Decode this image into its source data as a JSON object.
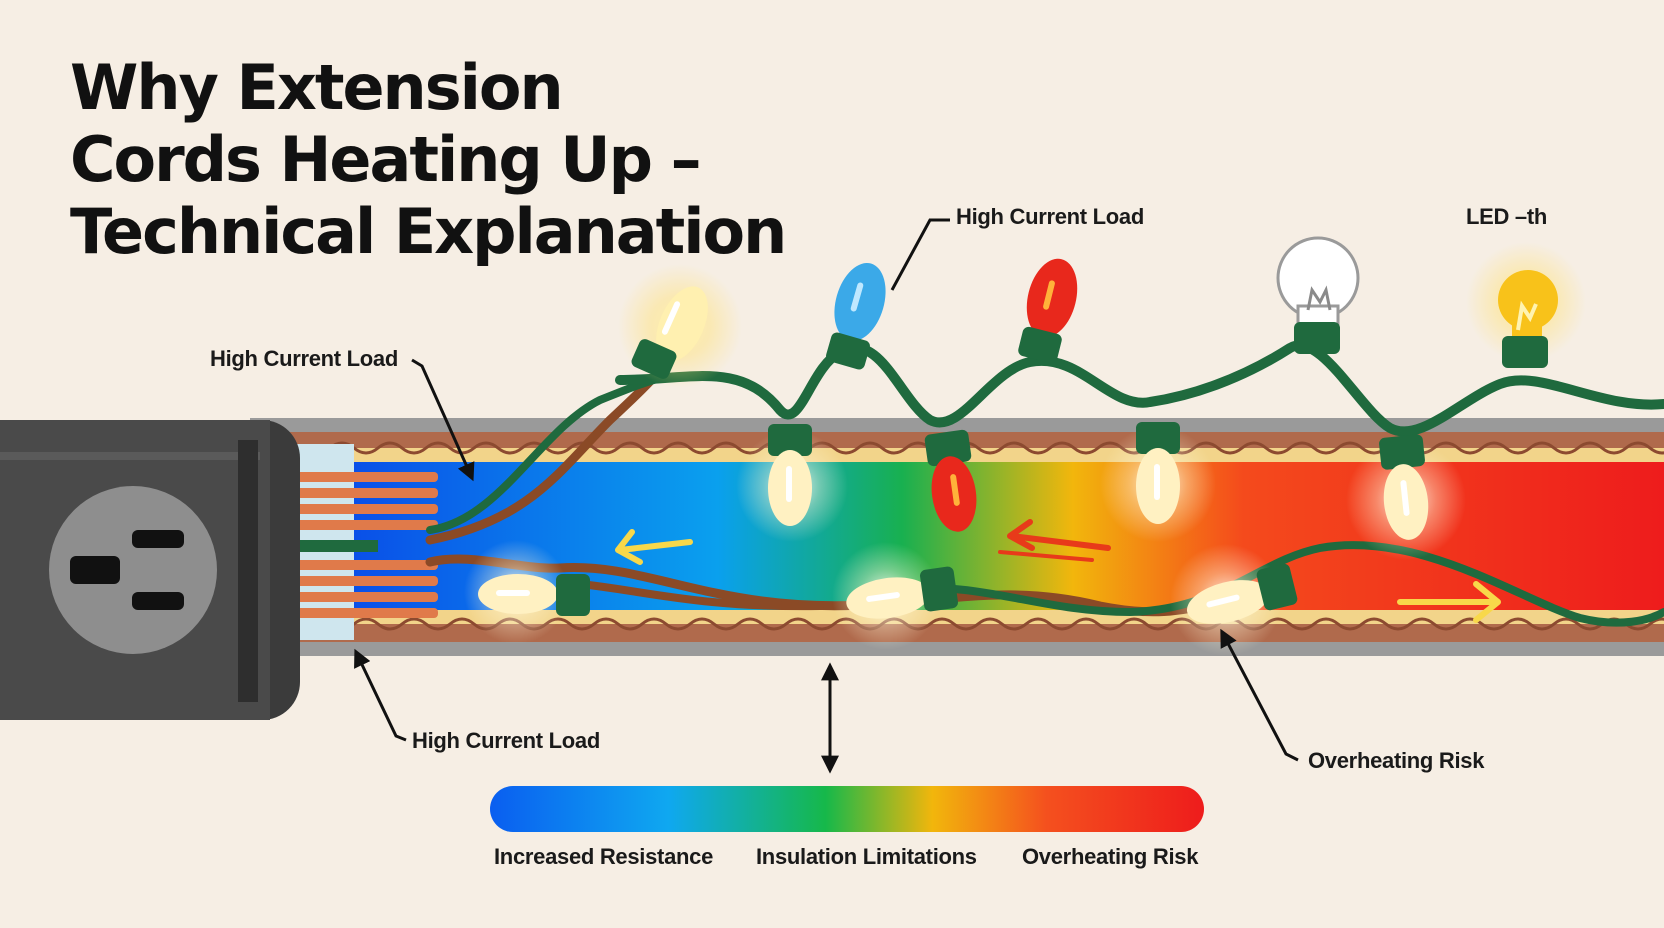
{
  "title": {
    "line1": "Why Extension",
    "line2": "Cords Heating Up –",
    "line3": "Technical Explanation"
  },
  "callouts": {
    "top_center": "High Current Load",
    "top_right": "LED –th",
    "left": "High Current Load",
    "bottom_left": "High Current Load",
    "bottom_right": "Overheating Risk"
  },
  "legend": {
    "items": [
      "Increased Resistance",
      "Insulation Limitations",
      "Overheating Risk"
    ],
    "gradient_colors": [
      "#0a5ef0",
      "#0fa8f0",
      "#16b84a",
      "#f2b60c",
      "#f4501e",
      "#ee1c1c"
    ]
  },
  "colors": {
    "background": "#f6eee4",
    "wire_green": "#1f6a3e",
    "wire_brown": "#8b4a26",
    "copper": "#e07a4a",
    "insulation_tan": "#f2d48a",
    "outlet_dark": "#3b3b3b"
  }
}
